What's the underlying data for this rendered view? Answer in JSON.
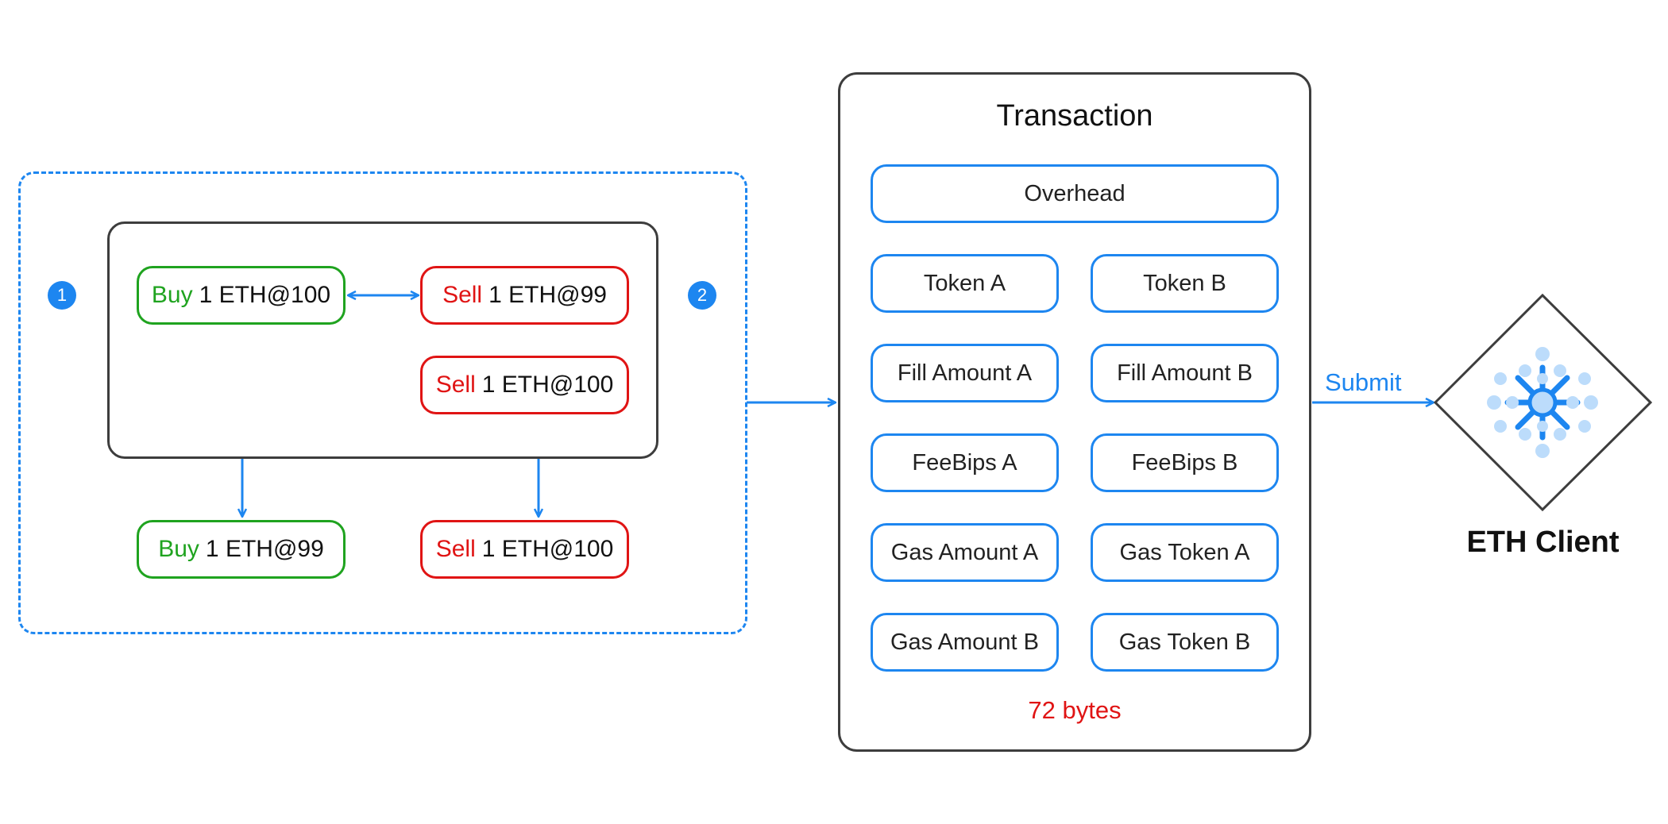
{
  "badges": {
    "step1": "1",
    "step2": "2"
  },
  "orders": {
    "buy_top": {
      "side": "Buy",
      "detail": "1 ETH@100"
    },
    "sell_top": {
      "side": "Sell",
      "detail": "1 ETH@99"
    },
    "sell_mid": {
      "side": "Sell",
      "detail": "1 ETH@100"
    },
    "buy_bottom": {
      "side": "Buy",
      "detail": "1 ETH@99"
    },
    "sell_bottom": {
      "side": "Sell",
      "detail": "1 ETH@100"
    }
  },
  "transaction": {
    "title": "Transaction",
    "overhead": "Overhead",
    "fields": [
      {
        "left": "Token A",
        "right": "Token B"
      },
      {
        "left": "Fill Amount A",
        "right": "Fill Amount B"
      },
      {
        "left": "FeeBips A",
        "right": "FeeBips B"
      },
      {
        "left": "Gas Amount A",
        "right": "Gas Token A"
      },
      {
        "left": "Gas Amount B",
        "right": "Gas Token B"
      }
    ],
    "size": "72 bytes"
  },
  "submit_label": "Submit",
  "client": {
    "label": "ETH Client",
    "icon": "snowflake-network-icon"
  },
  "colors": {
    "accent": "#1d86f0",
    "buy": "#1fa31f",
    "sell": "#e01414",
    "frame": "#3d3d3d"
  }
}
